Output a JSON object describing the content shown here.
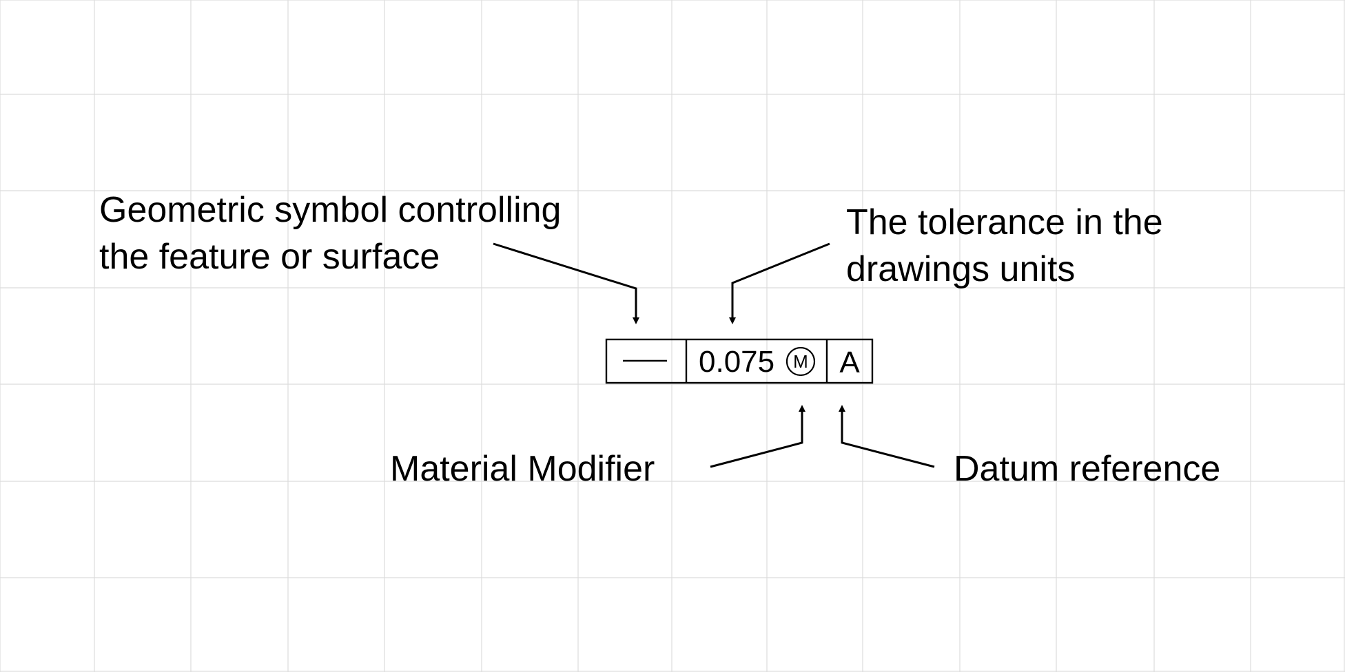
{
  "diagram": {
    "background_color": "#ffffff",
    "grid_color": "#dcdcdc",
    "ink_color": "#000000",
    "callouts": {
      "geometric_symbol": {
        "line1": "Geometric symbol controlling",
        "line2": "the feature or surface"
      },
      "tolerance": {
        "line1": "The tolerance in the",
        "line2": "drawings units"
      },
      "material_modifier": {
        "text": "Material Modifier"
      },
      "datum_reference": {
        "text": "Datum reference"
      }
    },
    "frame": {
      "symbol_name": "straightness-symbol",
      "tolerance_value": "0.075",
      "modifier": "M",
      "datum": "A"
    }
  }
}
